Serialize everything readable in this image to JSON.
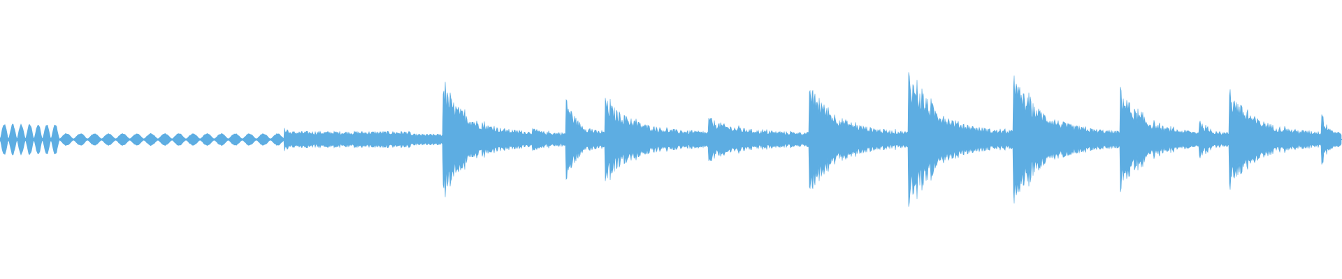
{
  "waveform": {
    "color": "#5dade2",
    "background": "#ffffff",
    "style": "mirrored amplitude envelope",
    "sustain_level": 0.05,
    "segments": [
      {
        "kind": "pulses",
        "start": 0.0,
        "end": 0.0445,
        "peak": 0.11,
        "count": 7
      },
      {
        "kind": "pulses",
        "start": 0.0445,
        "end": 0.212,
        "peak": 0.04,
        "count": 16
      },
      {
        "kind": "noise",
        "start": 0.212,
        "end": 0.305,
        "peak": 0.06
      },
      {
        "kind": "noise",
        "start": 0.305,
        "end": 0.33,
        "peak": 0.04
      },
      {
        "kind": "hit",
        "start": 0.33,
        "end": 0.397,
        "peak": 0.4
      },
      {
        "kind": "hit",
        "start": 0.397,
        "end": 0.422,
        "peak": 0.08
      },
      {
        "kind": "hit",
        "start": 0.422,
        "end": 0.451,
        "peak": 0.32
      },
      {
        "kind": "hit",
        "start": 0.451,
        "end": 0.528,
        "peak": 0.3
      },
      {
        "kind": "hit",
        "start": 0.528,
        "end": 0.603,
        "peak": 0.16
      },
      {
        "kind": "hit",
        "start": 0.603,
        "end": 0.677,
        "peak": 0.4
      },
      {
        "kind": "hit",
        "start": 0.677,
        "end": 0.755,
        "peak": 0.5
      },
      {
        "kind": "hit",
        "start": 0.755,
        "end": 0.835,
        "peak": 0.46
      },
      {
        "kind": "hit",
        "start": 0.835,
        "end": 0.894,
        "peak": 0.38
      },
      {
        "kind": "hit",
        "start": 0.894,
        "end": 0.916,
        "peak": 0.14
      },
      {
        "kind": "hit",
        "start": 0.916,
        "end": 0.985,
        "peak": 0.36
      },
      {
        "kind": "hit",
        "start": 0.985,
        "end": 1.0,
        "peak": 0.2
      }
    ]
  }
}
